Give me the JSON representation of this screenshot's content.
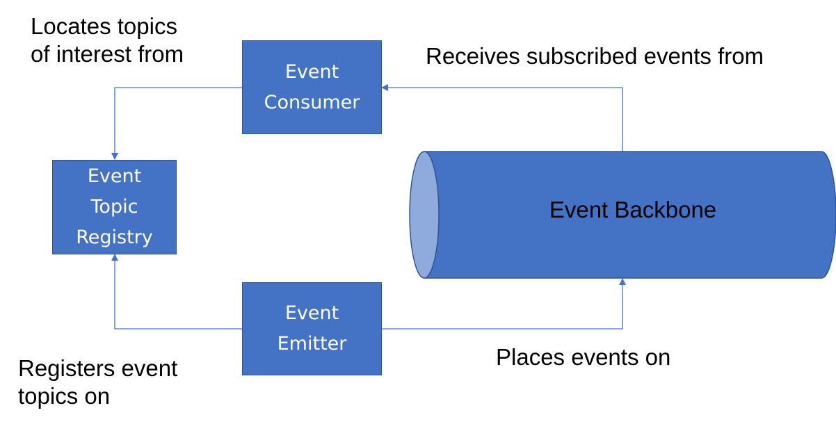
{
  "colors": {
    "box_fill": "#4472C4",
    "box_border": "#2F5597",
    "cylinder_end": "#8FAADC",
    "connector": "#4472C4",
    "box_text": "#FFFFFF",
    "label_text": "#000000"
  },
  "nodes": {
    "consumer": {
      "line1": "Event",
      "line2": "Consumer"
    },
    "registry": {
      "line1": "Event",
      "line2": "Topic",
      "line3": "Registry"
    },
    "emitter": {
      "line1": "Event",
      "line2": "Emitter"
    },
    "backbone": {
      "label": "Event Backbone"
    }
  },
  "edges": {
    "locates": {
      "line1": "Locates topics",
      "line2": "of interest from"
    },
    "receives": {
      "label": "Receives subscribed events from"
    },
    "registers": {
      "line1": "Registers event",
      "line2": "topics on"
    },
    "places": {
      "label": "Places events on"
    }
  }
}
